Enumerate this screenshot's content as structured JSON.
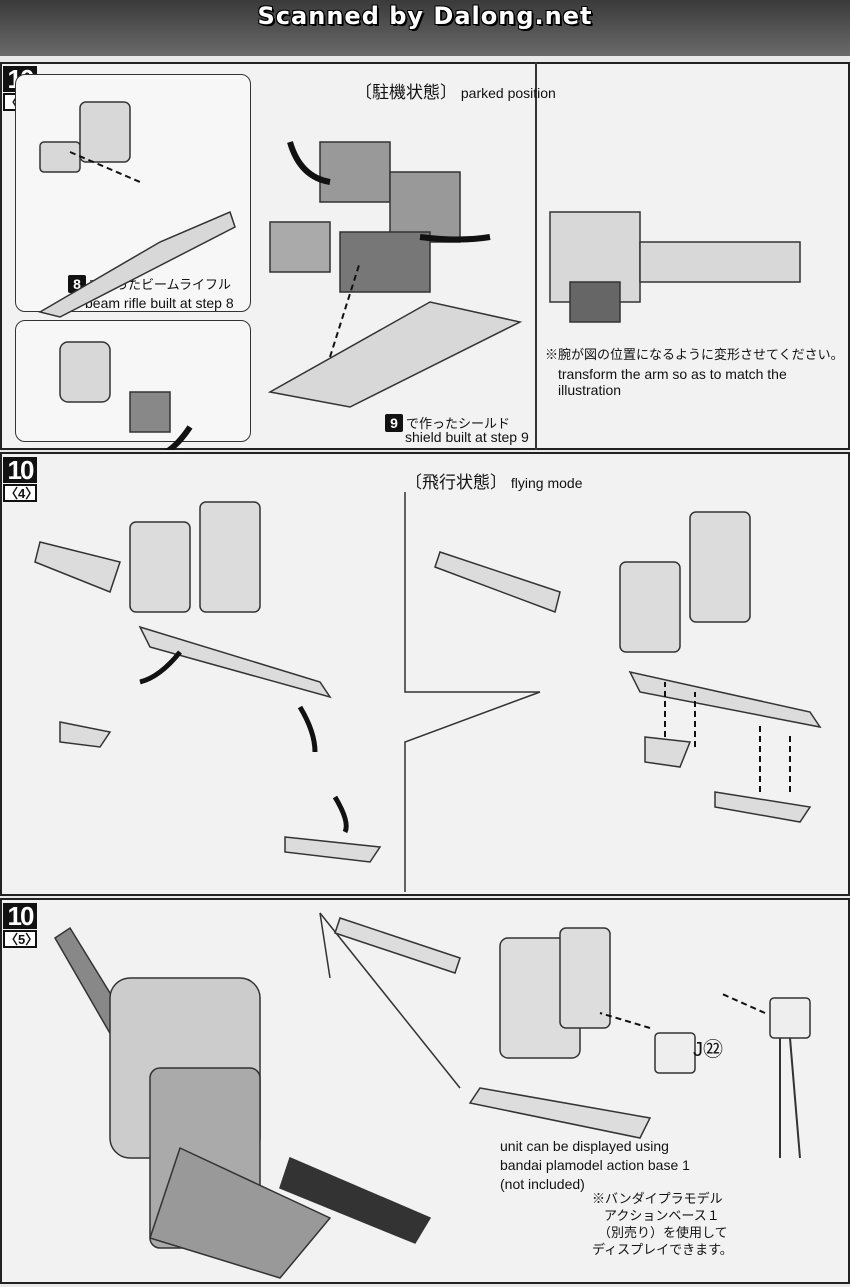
{
  "watermark": "Scanned by Dalong.net",
  "steps": [
    {
      "number": "10",
      "sub": "〈3〉",
      "mode_jp": "〔駐機状態〕",
      "mode_en": "parked position",
      "rifle_step": "8",
      "rifle_jp": "で作ったビームライフル",
      "rifle_en": "beam rifle built at step 8",
      "shield_step": "9",
      "shield_jp": "で作ったシールド",
      "shield_en": "shield built at step 9",
      "note_jp": "※腕が図の位置になるように変形させてください。",
      "note_en": "transform the arm so as to match the illustration"
    },
    {
      "number": "10",
      "sub": "〈4〉",
      "mode_jp": "〔飛行状態〕",
      "mode_en": "flying mode"
    },
    {
      "number": "10",
      "sub": "〈5〉",
      "part": "J㉒",
      "display_en": "unit can be displayed using bandai plamodel action base 1 (not included)",
      "display_jp": [
        "※バンダイプラモデル",
        "アクションベース１",
        "（別売り）を使用して",
        "ディスプレイできます。"
      ]
    }
  ]
}
